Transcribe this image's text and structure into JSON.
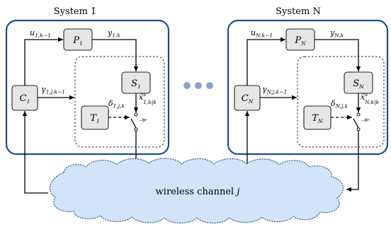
{
  "systems": [
    {
      "title": "System 1",
      "plant": {
        "main": "P",
        "sub": "1"
      },
      "sensor": {
        "main": "S",
        "sub": "1"
      },
      "controller": {
        "main": "C",
        "sub": "1"
      },
      "trigger": {
        "main": "T",
        "sub": "1"
      },
      "u_label": {
        "main": "u",
        "sub": "1,k−1"
      },
      "y_label": {
        "main": "y",
        "sub": "1,k"
      },
      "gamma_label": {
        "main": "γ",
        "sub": "1,j,k−1"
      },
      "delta_label": {
        "main": "δ",
        "sub": "1,j,k"
      },
      "xhat_label": {
        "main": "x̂",
        "sup": "s",
        "sub": "1,k|k"
      }
    },
    {
      "title": "System N",
      "plant": {
        "main": "P",
        "sub": "N"
      },
      "sensor": {
        "main": "S",
        "sub": "N"
      },
      "controller": {
        "main": "C",
        "sub": "N"
      },
      "trigger": {
        "main": "T",
        "sub": "N"
      },
      "u_label": {
        "main": "u",
        "sub": "N,k−1"
      },
      "y_label": {
        "main": "y",
        "sub": "N,k"
      },
      "gamma_label": {
        "main": "γ",
        "sub": "N,j,k−1"
      },
      "delta_label": {
        "main": "δ",
        "sub": "N,j,k"
      },
      "xhat_label": {
        "main": "x̂",
        "sup": "s",
        "sub": "N,k|k"
      }
    }
  ],
  "channel": {
    "text": "wireless channel ",
    "var": "j"
  },
  "colors": {
    "system_border": "#1f4e8c",
    "cloud_fill": "#d3e3f8",
    "cloud_stroke": "#3a5f96",
    "block_fill": "#e6e6e6",
    "ellipsis": "#8aa4c8"
  }
}
